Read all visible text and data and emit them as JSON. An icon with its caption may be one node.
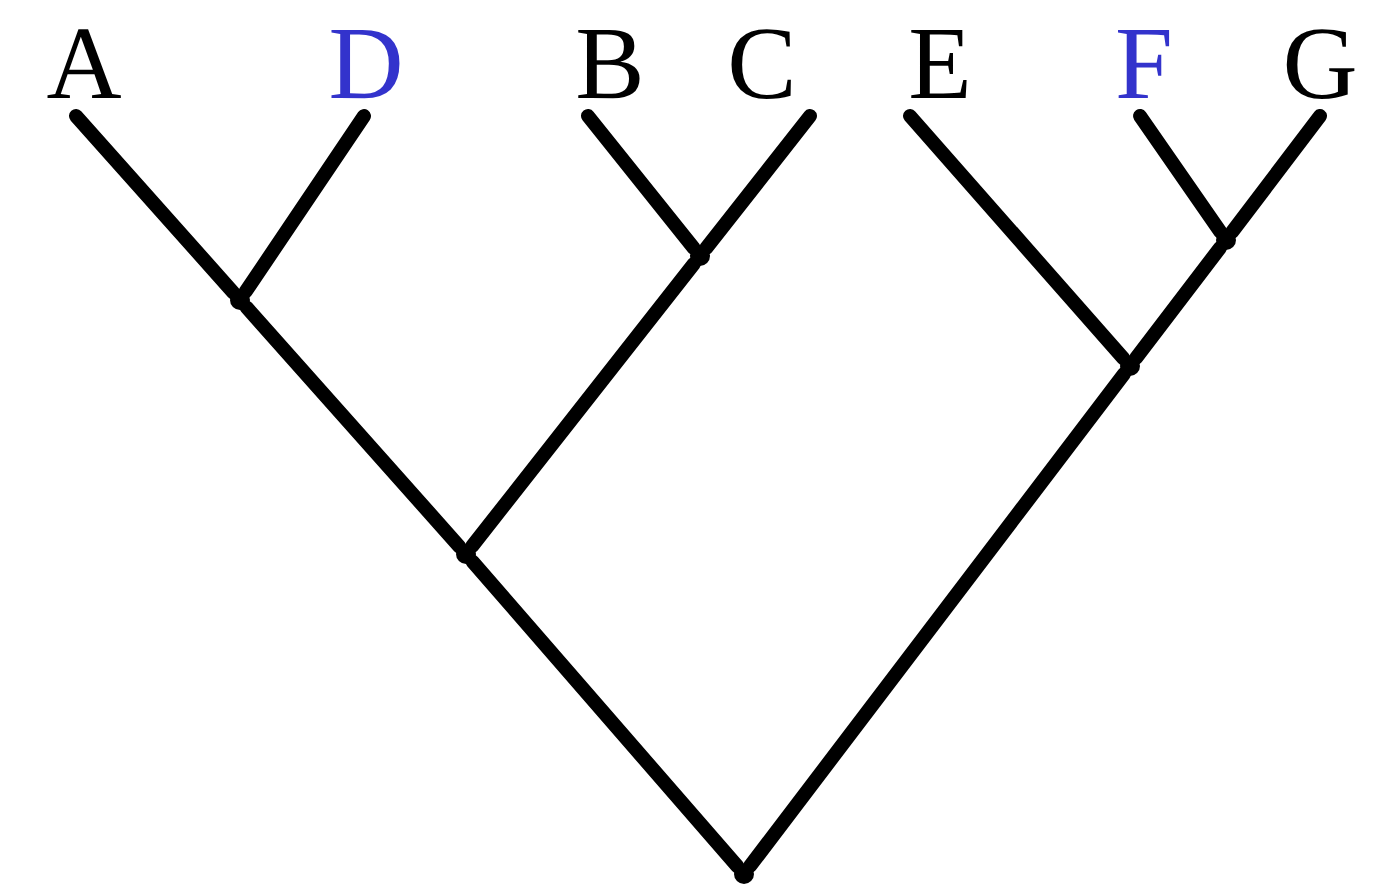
{
  "diagram": {
    "nodes": [
      {
        "text": [
          "A"
        ]
      },
      {
        "text": [
          "D"
        ]
      },
      {
        "text": [
          "B"
        ]
      },
      {
        "text": [
          "C"
        ]
      },
      {
        "text": [
          "E"
        ]
      },
      {
        "text": [
          "F"
        ]
      },
      {
        "text": [
          "G"
        ]
      },
      {
        "text": [],
        "shape": "point"
      },
      {
        "text": [],
        "shape": "point"
      },
      {
        "text": [],
        "shape": "point"
      },
      {
        "text": [],
        "shape": "point"
      },
      {
        "text": [],
        "shape": "point"
      },
      {
        "text": [],
        "shape": "point"
      }
    ],
    "edges": [
      {
        "from": 7,
        "to": 0,
        "arrow": "none"
      },
      {
        "from": 7,
        "to": 1,
        "arrow": "none"
      },
      {
        "from": 8,
        "to": 2,
        "arrow": "none"
      },
      {
        "from": 8,
        "to": 3,
        "arrow": "none"
      },
      {
        "from": 9,
        "to": 7,
        "arrow": "none"
      },
      {
        "from": 9,
        "to": 8,
        "arrow": "none"
      },
      {
        "from": 10,
        "to": 5,
        "arrow": "none"
      },
      {
        "from": 10,
        "to": 6,
        "arrow": "none"
      },
      {
        "from": 11,
        "to": 4,
        "arrow": "none"
      },
      {
        "from": 11,
        "to": 10,
        "arrow": "none"
      },
      {
        "from": 12,
        "to": 9,
        "arrow": "none"
      },
      {
        "from": 12,
        "to": 11,
        "arrow": "none"
      }
    ]
  }
}
